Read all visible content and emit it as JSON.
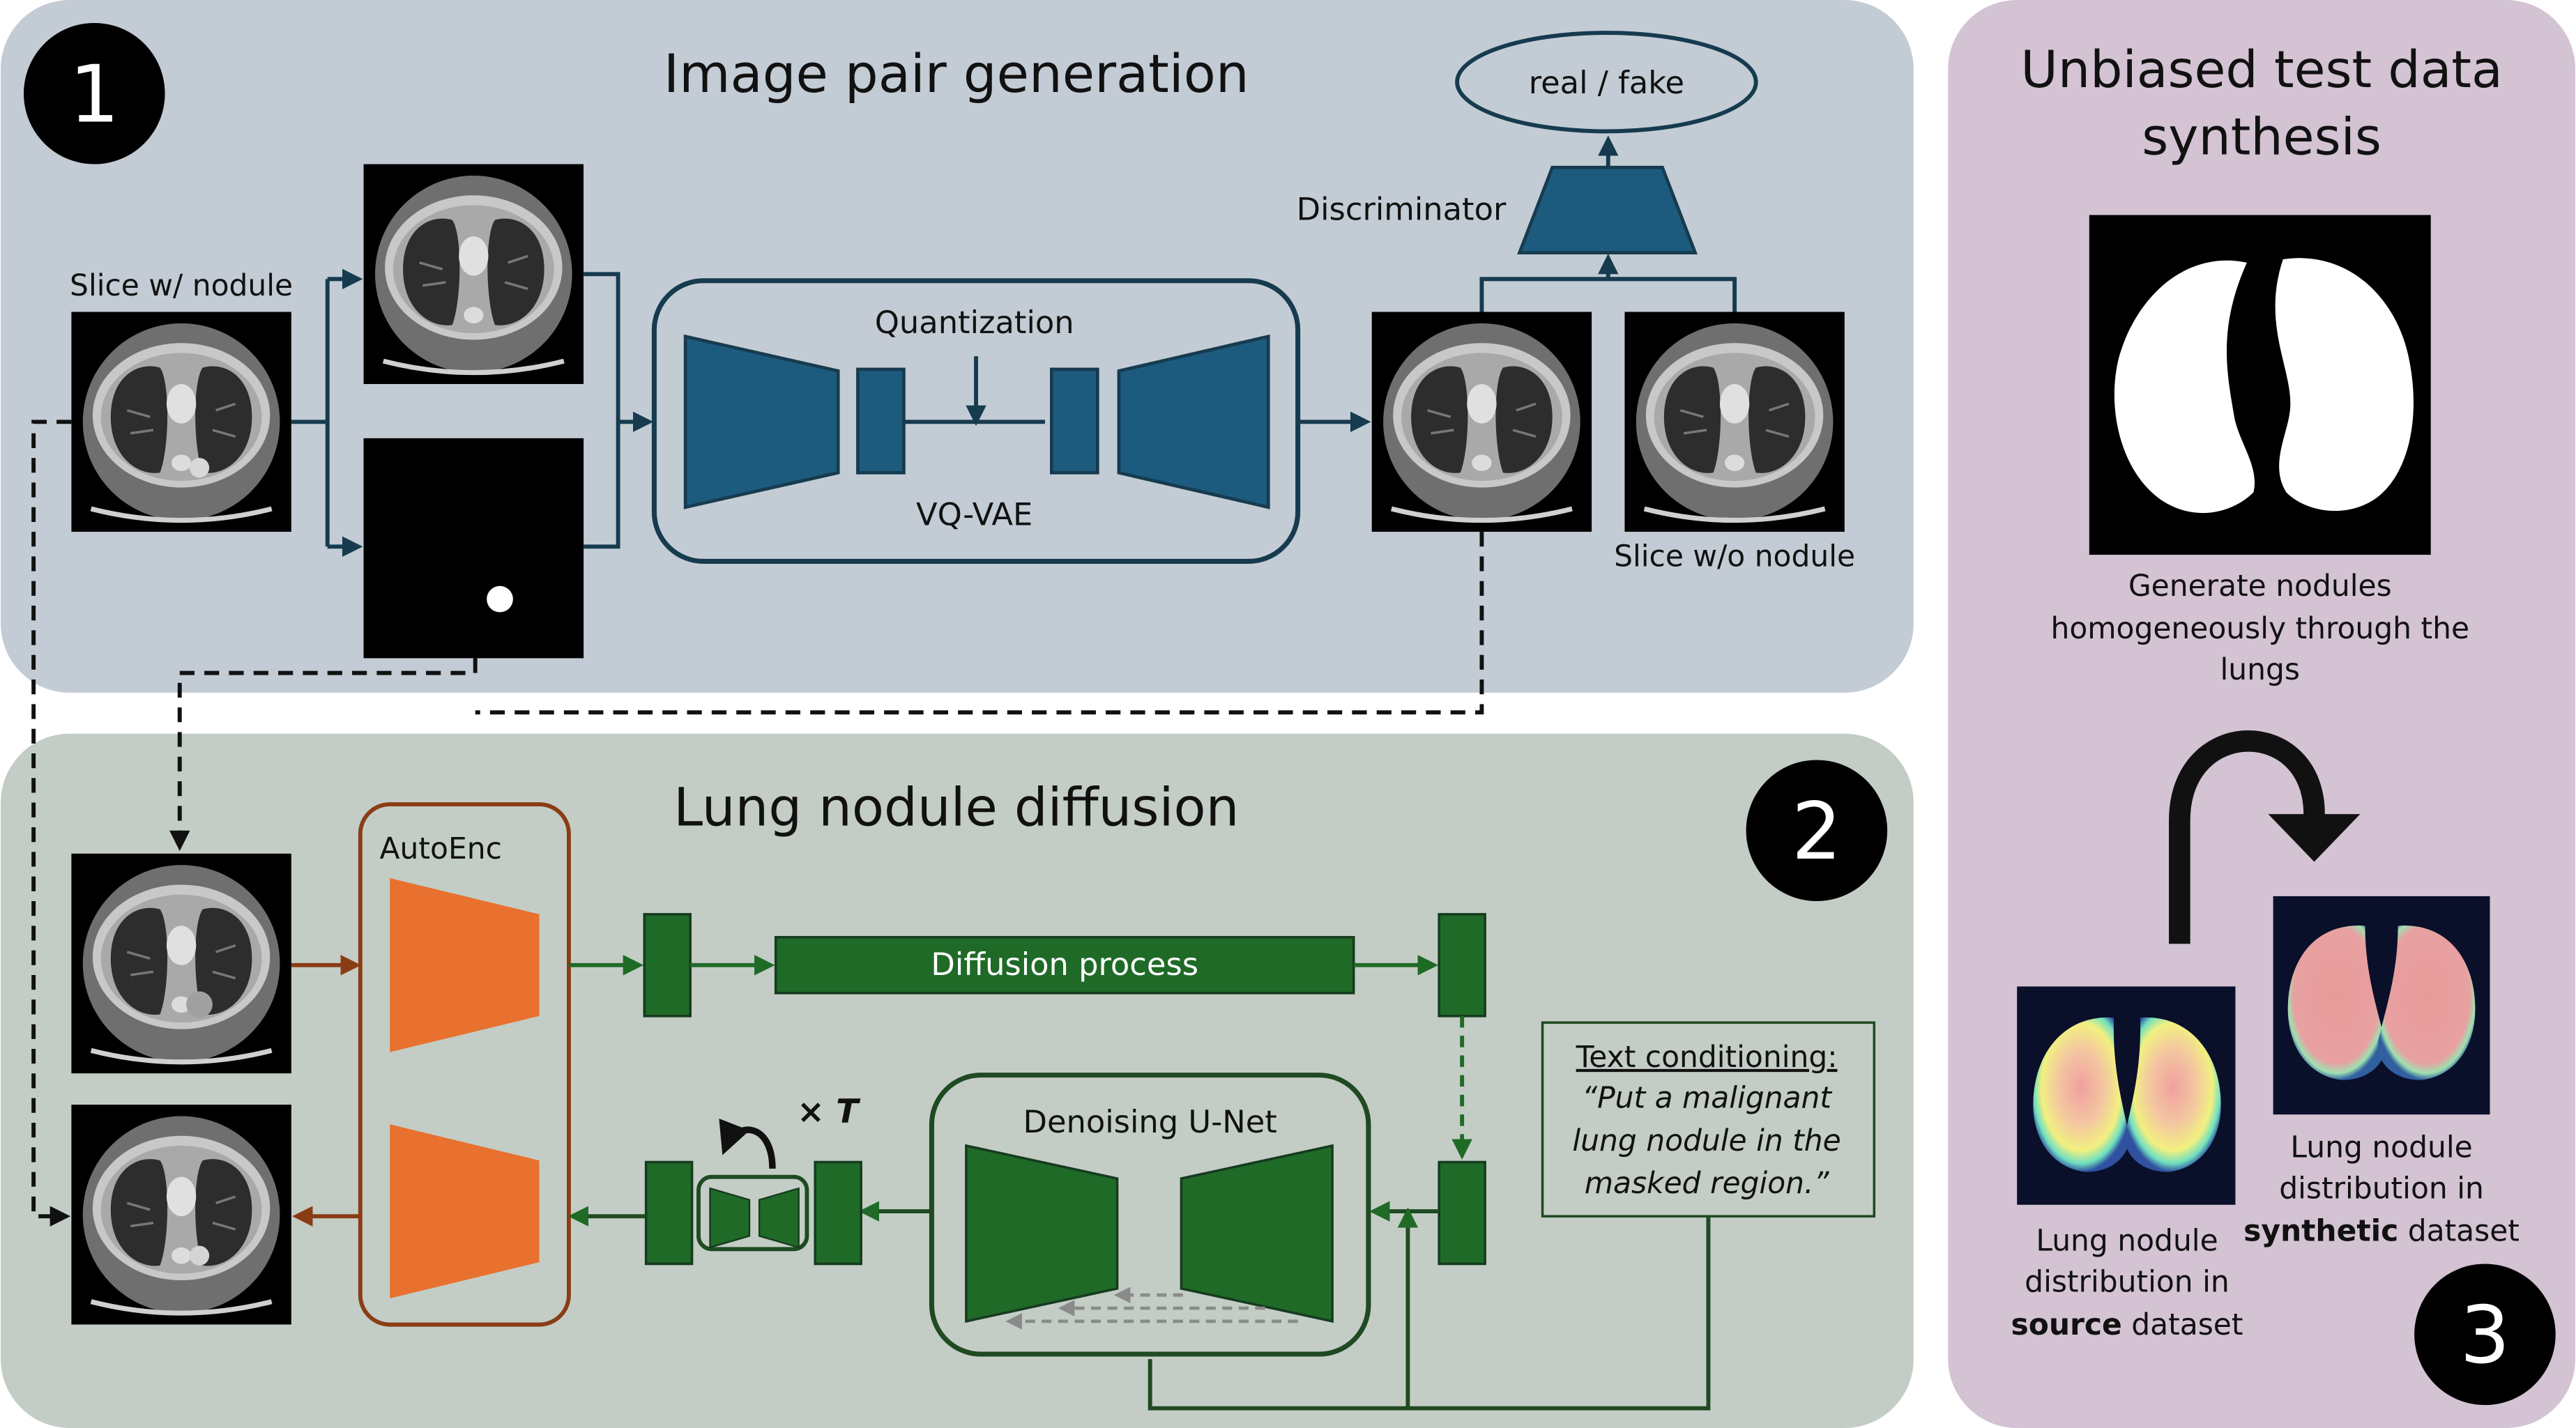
{
  "section1": {
    "number": "1",
    "title": "Image pair generation",
    "slice_with_nodule_label": "Slice w/ nodule",
    "slice_without_nodule_label": "Slice w/o nodule",
    "quantization_label": "Quantization",
    "vqvae_label": "VQ-VAE",
    "discriminator_label": "Discriminator",
    "real_fake_label": "real / fake"
  },
  "section2": {
    "number": "2",
    "title": "Lung nodule diffusion",
    "autoenc_label": "AutoEnc",
    "diffusion_process_label": "Diffusion process",
    "denoising_unet_label": "Denoising U-Net",
    "iterations_label": "× T",
    "text_conditioning": {
      "heading": "Text conditioning:",
      "lines": [
        "“Put a malignant",
        "lung nodule in the",
        "masked region.”"
      ]
    }
  },
  "section3": {
    "number": "3",
    "title_lines": [
      "Unbiased test data",
      "synthesis"
    ],
    "mask_caption_lines": [
      "Generate nodules",
      "homogeneously through the",
      "lungs"
    ],
    "source_caption": {
      "line1": "Lung nodule",
      "line2": "distribution in",
      "bold": "source",
      "rest": " dataset"
    },
    "synthetic_caption": {
      "line1": "Lung nodule",
      "line2": "distribution in",
      "bold": "synthetic",
      "rest": " dataset"
    }
  },
  "colors": {
    "panel1_bg": "#c3ccd4",
    "panel2_bg": "#c3cdc5",
    "panel3_bg": "#d3c3d3",
    "vqvae_blue": "#1d5b7e",
    "diffusion_green": "#1f6a27",
    "autoenc_orange": "#e87130",
    "autoenc_border": "#8a3d15",
    "dark_line": "#163b4f"
  }
}
